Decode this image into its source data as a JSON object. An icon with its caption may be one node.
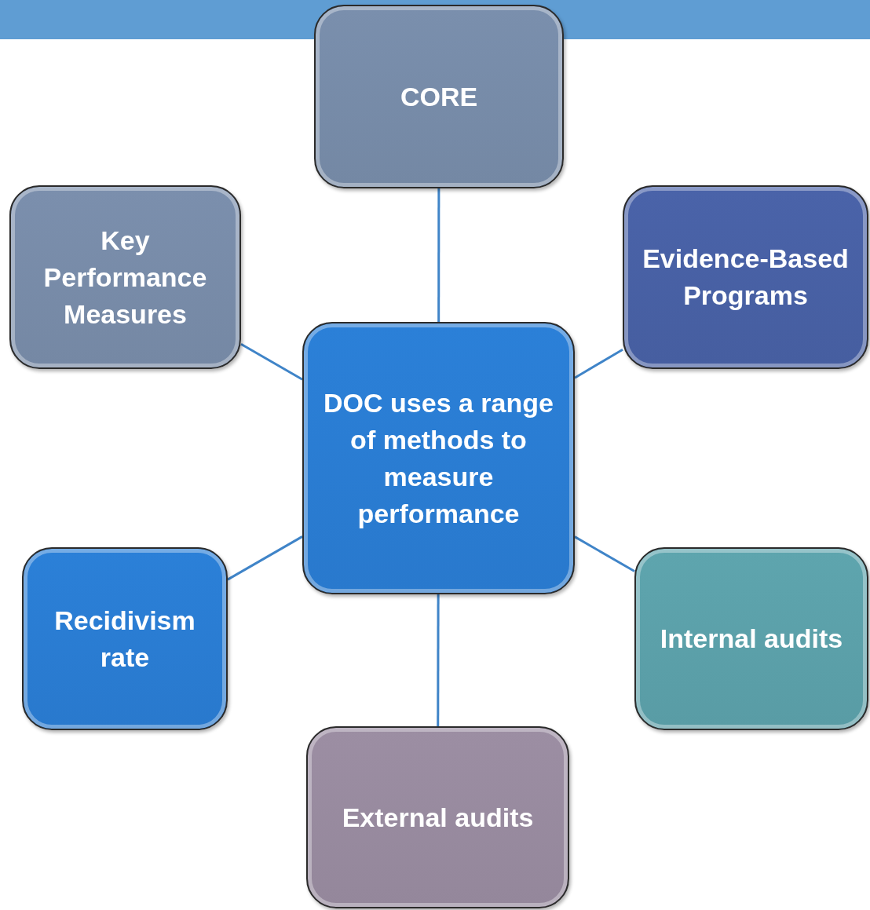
{
  "diagram": {
    "nodes": [
      {
        "text": [
          "DOC uses a range of methods to measure performance"
        ]
      },
      {
        "text": [
          "CORE"
        ]
      },
      {
        "text": [
          "Key Performance Measures"
        ]
      },
      {
        "text": [
          "Evidence-Based Programs"
        ]
      },
      {
        "text": [
          "Recidivism rate"
        ]
      },
      {
        "text": [
          "Internal audits"
        ]
      },
      {
        "text": [
          "External audits"
        ]
      }
    ],
    "edges": [
      {
        "from": 0,
        "to": 1,
        "arrow": "none"
      },
      {
        "from": 0,
        "to": 2,
        "arrow": "none"
      },
      {
        "from": 0,
        "to": 3,
        "arrow": "none"
      },
      {
        "from": 0,
        "to": 4,
        "arrow": "none"
      },
      {
        "from": 0,
        "to": 5,
        "arrow": "none"
      },
      {
        "from": 0,
        "to": 6,
        "arrow": "none"
      }
    ]
  }
}
